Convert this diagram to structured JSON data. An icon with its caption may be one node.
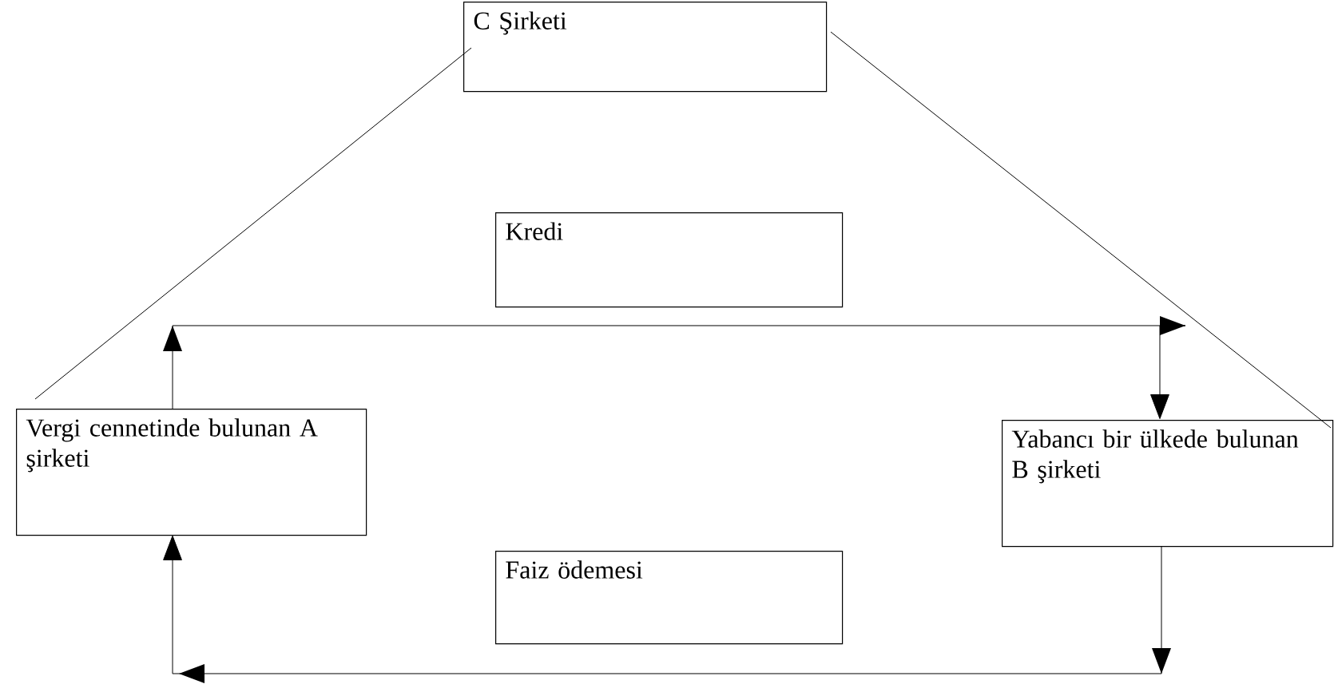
{
  "diagram": {
    "nodes": [
      {
        "text": [
          "C Şirketi"
        ]
      },
      {
        "text": [
          "Kredi"
        ]
      },
      {
        "text": [
          "Vergi cennetinde bulunan A şirketi"
        ]
      },
      {
        "text": [
          "Yabancı bir ülkede bulunan B şirketi"
        ]
      },
      {
        "text": [
          "Faiz ödemesi"
        ]
      }
    ],
    "edges": [
      {
        "from": 0,
        "to": 2,
        "arrow": "none"
      },
      {
        "from": 0,
        "to": 3,
        "arrow": "none"
      },
      {
        "from": 2,
        "to": 3,
        "arrow": "to"
      },
      {
        "from": 3,
        "to": 2,
        "arrow": "to"
      }
    ]
  }
}
